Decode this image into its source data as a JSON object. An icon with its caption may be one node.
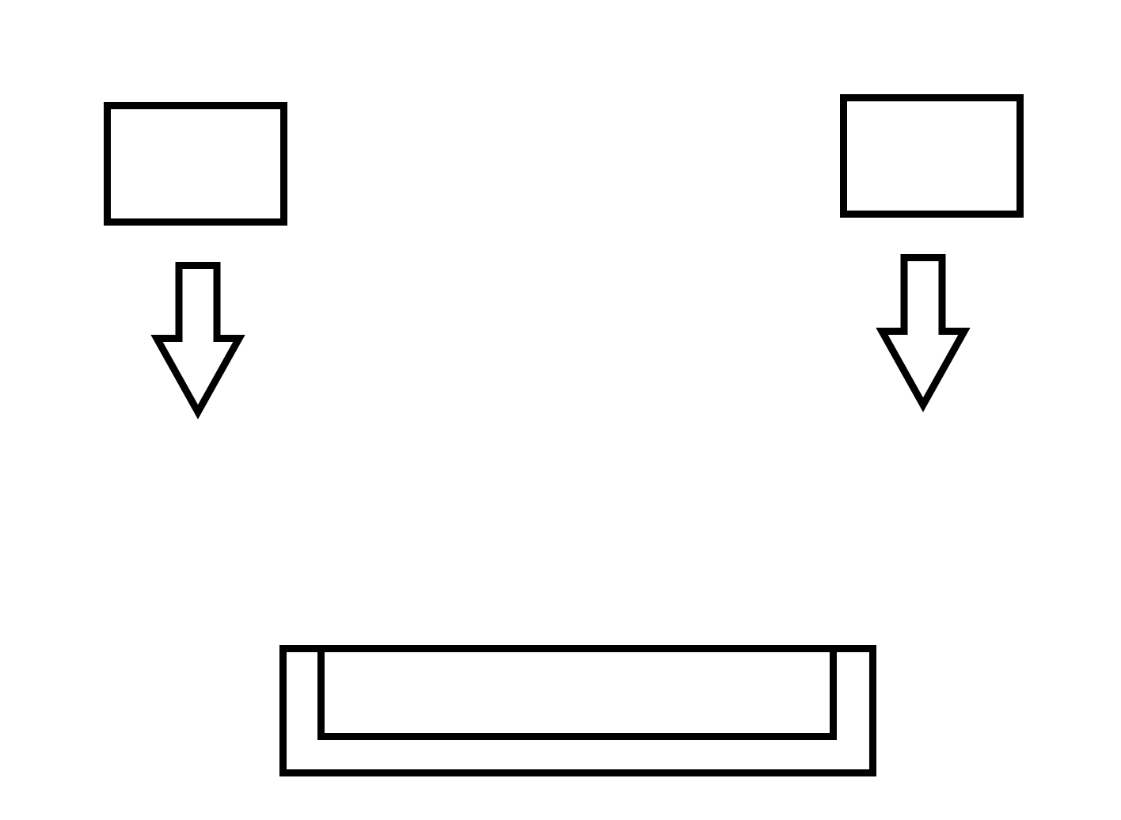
{
  "diagram": {
    "nodes": [
      {
        "text": [],
        "shape": "box"
      },
      {
        "text": [],
        "shape": "box"
      },
      {
        "text": [],
        "shape": "box"
      },
      {
        "text": [],
        "shape": "box",
        "in": 2
      }
    ],
    "edges": [
      {
        "from": 0,
        "to": null,
        "arrow": "to"
      },
      {
        "from": 1,
        "to": null,
        "arrow": "to"
      }
    ]
  }
}
